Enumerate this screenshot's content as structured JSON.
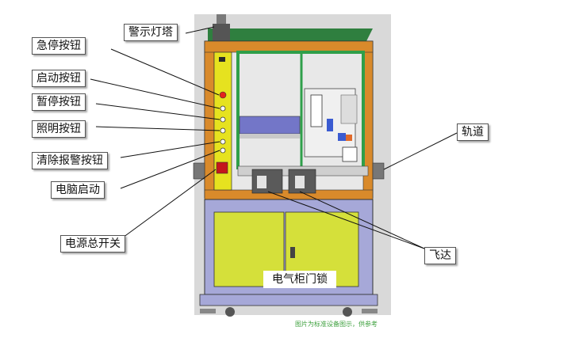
{
  "labels": {
    "warning_tower": "警示灯塔",
    "emergency_stop": "急停按钮",
    "start_button": "启动按钮",
    "pause_button": "暂停按钮",
    "light_button": "照明按钮",
    "clear_alarm_button": "清除报警按钮",
    "pc_start": "电脑启动",
    "main_power_switch": "电源总开关",
    "rail": "轨道",
    "flying_probe": "飞达",
    "cabinet_lock": "电气柜门锁"
  },
  "watermark": "图片为标准设备图示，供参考",
  "colors": {
    "frame_orange": "#d98a2b",
    "panel_yellow": "#e6e21f",
    "cabinet_purple": "#a6a8d8",
    "cabinet_door": "#d5e03a",
    "window_green": "#2f9f4a",
    "rail_blue": "#7376c8"
  }
}
